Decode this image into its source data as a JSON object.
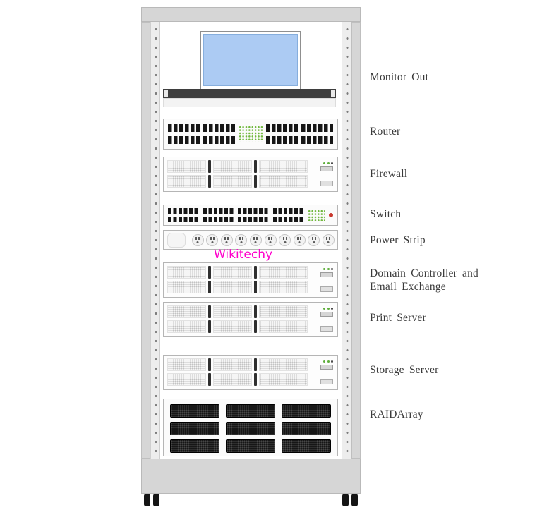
{
  "watermark": "Wikitechy",
  "labels": {
    "monitor_out": "Monitor Out",
    "router": "Router",
    "firewall": "Firewall",
    "switch": "Switch",
    "power_strip": "Power Strip",
    "domain_controller": "Domain Controller and Email Exchange",
    "print_server": "Print Server",
    "storage_server": "Storage Server",
    "raid_array": "RAIDArray"
  },
  "colors": {
    "monitor_screen": "#accbf3",
    "led_green": "#71b83e",
    "status_red": "#c8382e",
    "watermark_magenta": "#ff00cc",
    "rack_gray": "#d6d6d6"
  }
}
